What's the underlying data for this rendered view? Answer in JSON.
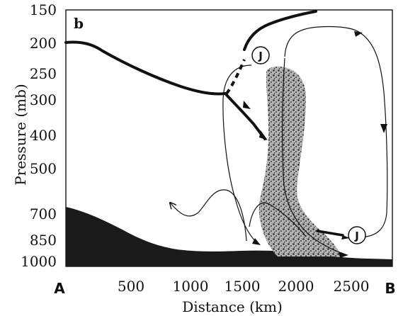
{
  "figure": {
    "panel_label": "b",
    "y_axis": {
      "label": "Pressure (mb)",
      "ticks": [
        "150",
        "200",
        "250",
        "300",
        "400",
        "500",
        "700",
        "850",
        "1000"
      ]
    },
    "x_axis": {
      "label": "Distance (km)",
      "ticks": [
        "500",
        "1000",
        "1500",
        "2000",
        "2500"
      ]
    },
    "endpoints": {
      "left": "A",
      "right": "B"
    },
    "jet_markers": [
      "J",
      "J"
    ],
    "colors": {
      "terrain": "#1a1a1a",
      "line": "#111111",
      "cloud": "#8a8a8a",
      "background": "#ffffff"
    }
  }
}
